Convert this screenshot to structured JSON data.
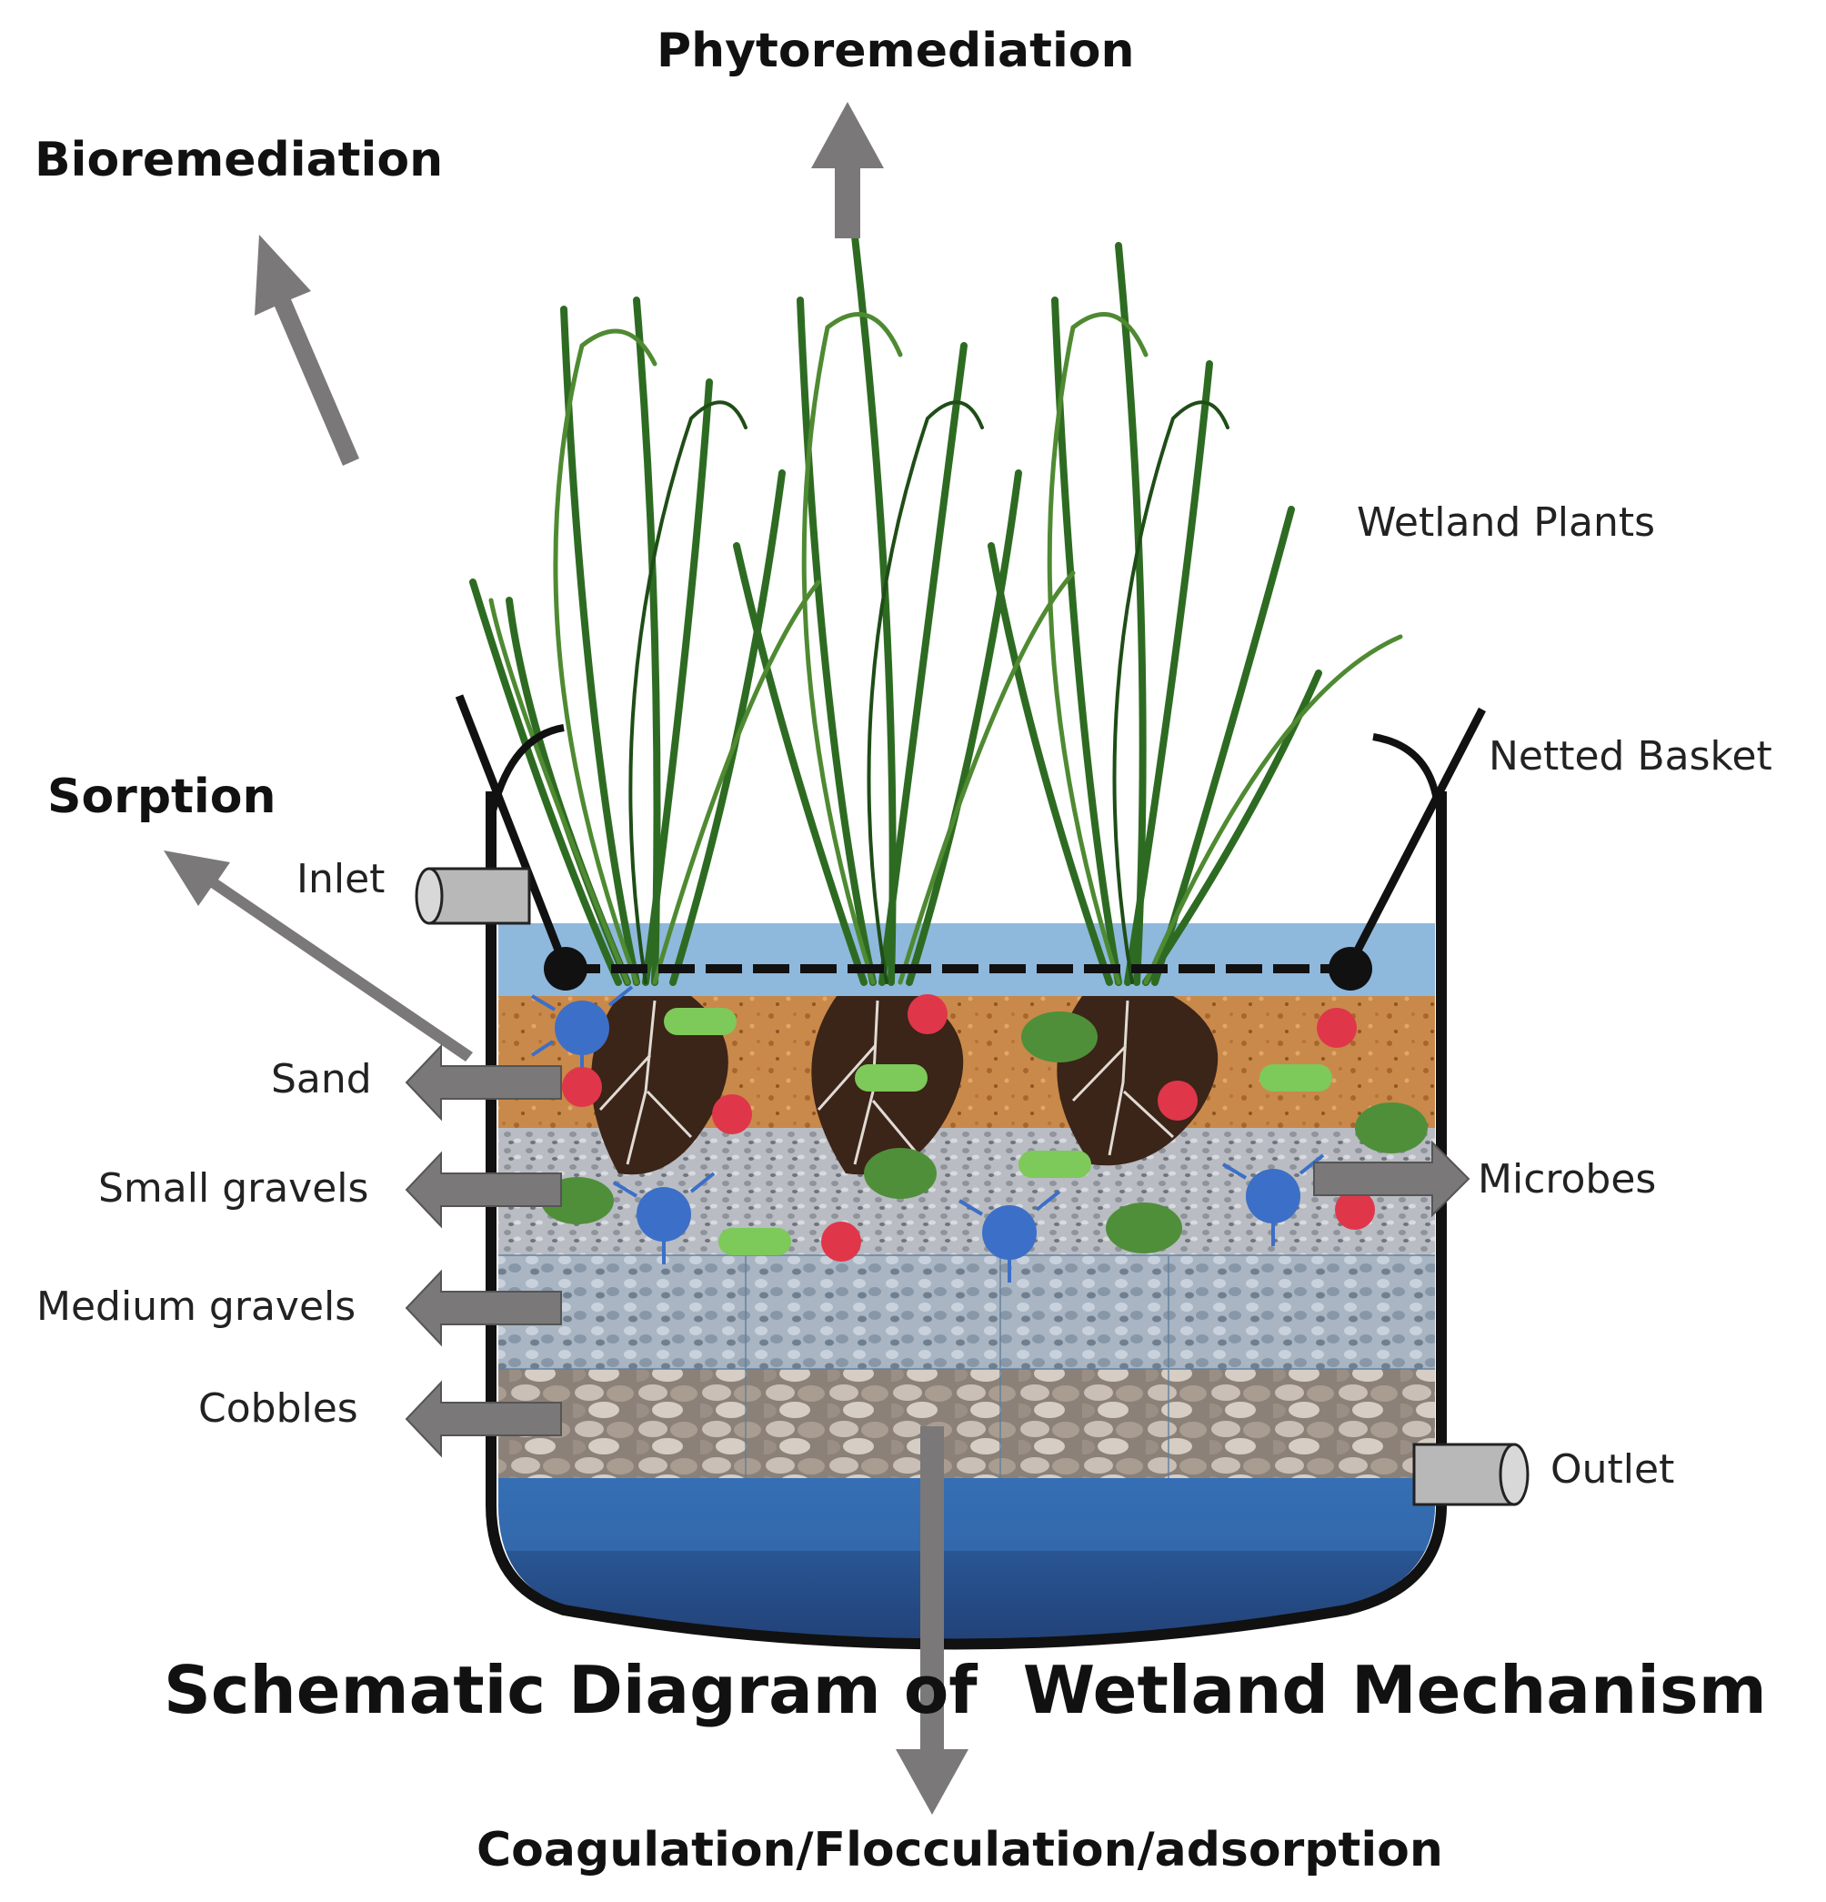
{
  "title": "Schematic Diagram of  Wetland Mechanism",
  "processes": {
    "phytoremediation": "Phytoremediation",
    "bioremediation": "Bioremediation",
    "sorption": "Sorption",
    "coagulation": "Coagulation/Flocculation/adsorption"
  },
  "components": {
    "wetland_plants": "Wetland Plants",
    "netted_basket": "Netted Basket",
    "inlet": "Inlet",
    "outlet": "Outlet",
    "microbes": "Microbes",
    "sand": "Sand",
    "small_gravels": "Small gravels",
    "medium_gravels": "Medium gravels",
    "cobbles": "Cobbles"
  },
  "colors": {
    "arrow": "#7a7878",
    "water_light": "#8fb8dd",
    "water_deep": "#2f66a8",
    "water_bottom": "#1f3a6e",
    "sand": "#c9894a",
    "small_gravel": "#b9bcc2",
    "medium_gravel": "#a9b5c2",
    "cobbles": "#b7aca2",
    "plant": "#2e6b22",
    "roots": "#3b2418",
    "microbe_blue": "#3c6fc7",
    "microbe_green": "#4f8f3a",
    "microbe_red": "#e0364a"
  }
}
